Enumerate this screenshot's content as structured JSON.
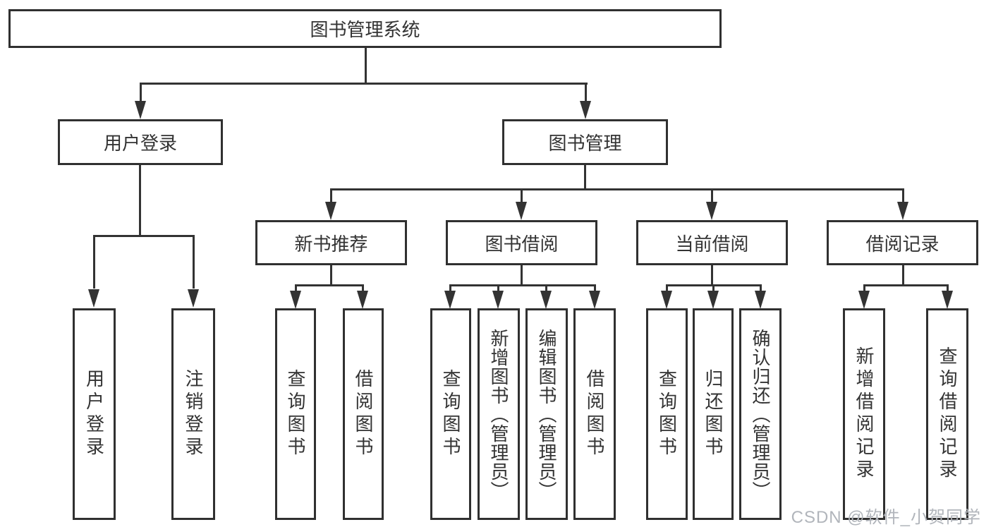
{
  "tree": {
    "root": "图书管理系统",
    "user_login": {
      "label": "用户登录",
      "leaves": [
        "用户登录",
        "注销登录"
      ]
    },
    "book_mgmt": {
      "label": "图书管理",
      "groups": [
        {
          "label": "新书推荐",
          "leaves": [
            "查询图书",
            "借阅图书"
          ]
        },
        {
          "label": "图书借阅",
          "leaves": [
            "查询图书",
            "新增图书（管理员）",
            "编辑图书（管理员）",
            "借阅图书"
          ]
        },
        {
          "label": "当前借阅",
          "leaves": [
            "查询图书",
            "归还图书",
            "确认归还（管理员）"
          ]
        },
        {
          "label": "借阅记录",
          "leaves": [
            "新增借阅记录",
            "查询借阅记录"
          ]
        }
      ]
    }
  },
  "watermark": "CSDN @软件_小贺同学",
  "colors": {
    "line": "#333333",
    "text": "#333333",
    "box_background": "#ffffff",
    "watermark": "#b1b5bb"
  }
}
